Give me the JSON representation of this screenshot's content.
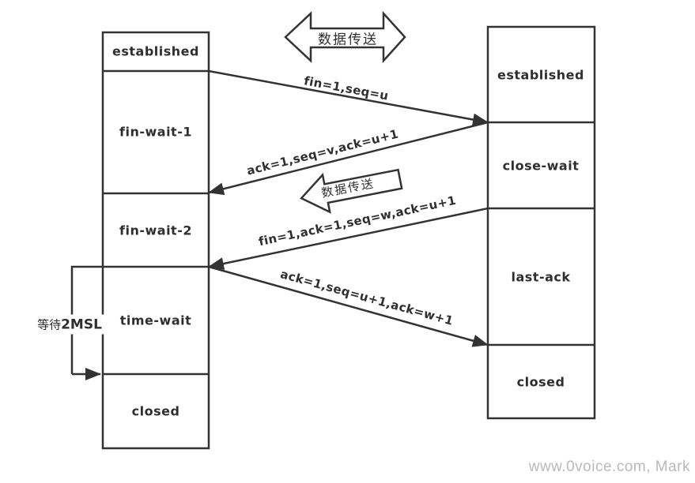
{
  "left_column": {
    "states": [
      "established",
      "fin-wait-1",
      "fin-wait-2",
      "time-wait",
      "closed"
    ]
  },
  "right_column": {
    "states": [
      "established",
      "close-wait",
      "last-ack",
      "closed"
    ]
  },
  "messages": {
    "fin_seq_u": "fin=1,seq=u",
    "ack_seq_v": "ack=1,seq=v,ack=u+1",
    "fin_ack_seq_w": "fin=1,ack=1,seq=w,ack=u+1",
    "ack_seq_u1": "ack=1,seq=u+1,ack=w+1"
  },
  "data_transfer": {
    "top": "数据传送",
    "middle": "数据传送"
  },
  "wait_2msl": {
    "prefix": "等待",
    "value": "2MSL"
  },
  "watermark": "www.0voice.com, Mark",
  "colors": {
    "stroke": "#333333",
    "text": "#2e2e2e",
    "watermark": "#b9b9b9"
  }
}
